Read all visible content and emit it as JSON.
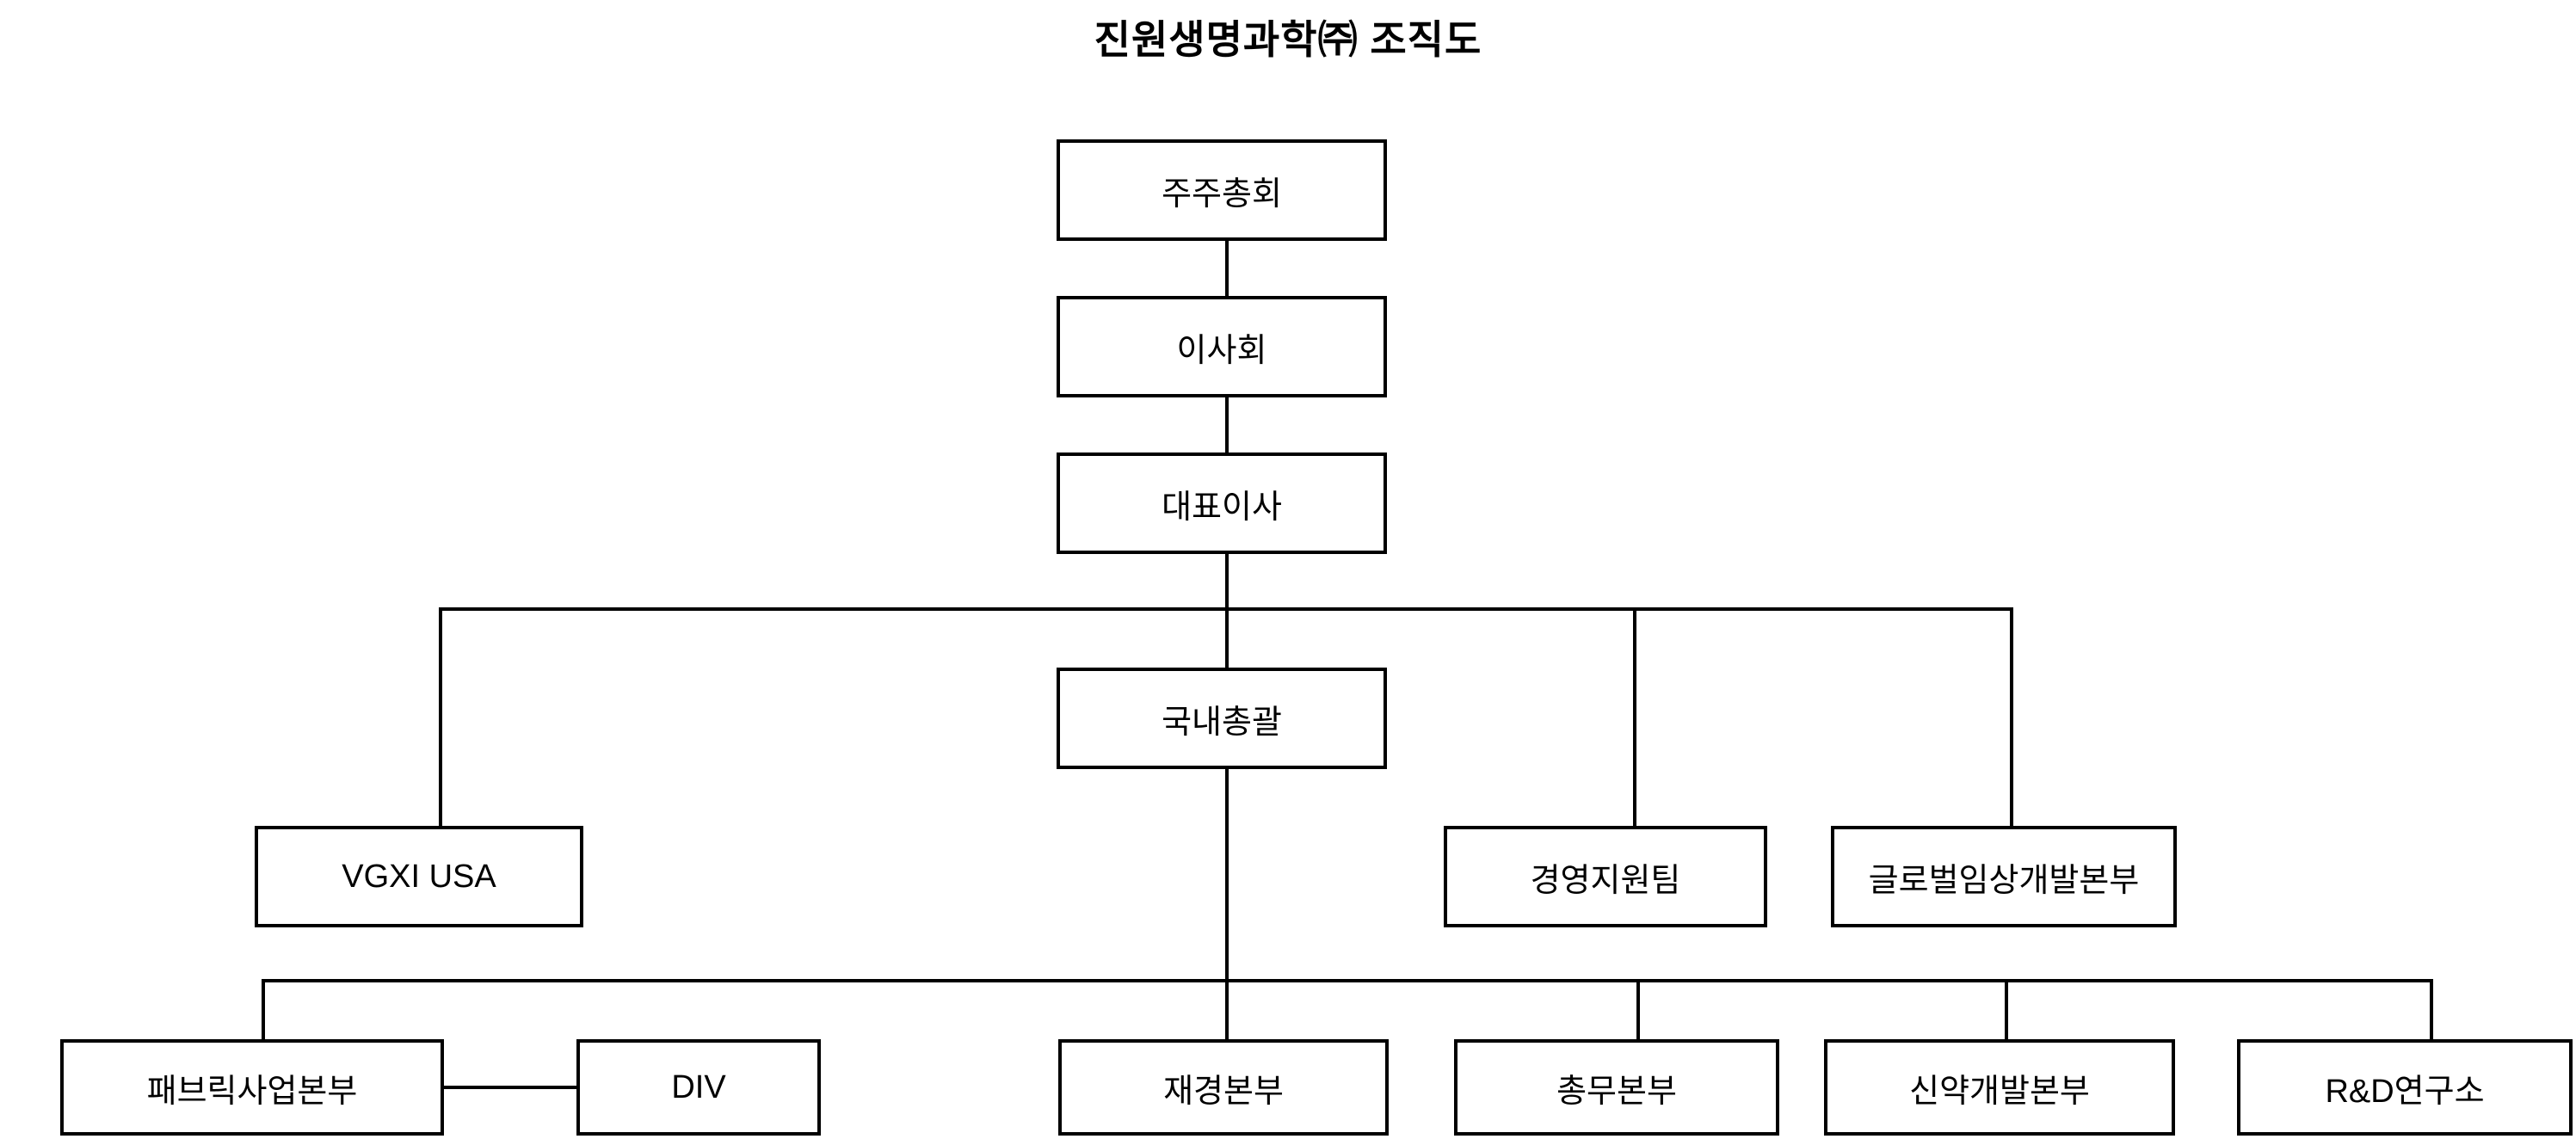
{
  "title": "진원생명과학㈜ 조직도",
  "colors": {
    "background": "#ffffff",
    "line": "#000000",
    "box_border": "#000000",
    "text": "#000000"
  },
  "nodes": {
    "shareholders": {
      "label": "주주총회"
    },
    "board": {
      "label": "이사회"
    },
    "ceo": {
      "label": "대표이사"
    },
    "domestic": {
      "label": "국내총괄"
    },
    "vgxi_usa": {
      "label": "VGXI USA"
    },
    "mgmt_support": {
      "label": "경영지원팀"
    },
    "global_clinical": {
      "label": "글로벌임상개발본부"
    },
    "fabric_business": {
      "label": "패브릭사업본부"
    },
    "div_unit": {
      "label": "DIV"
    },
    "finance": {
      "label": "재경본부"
    },
    "general_affairs": {
      "label": "총무본부"
    },
    "drug_development": {
      "label": "신약개발본부"
    },
    "rnd_institute": {
      "label": "R&D연구소"
    }
  },
  "hierarchy": {
    "edges": [
      {
        "from": "주주총회",
        "to": "이사회"
      },
      {
        "from": "이사회",
        "to": "대표이사"
      },
      {
        "from": "대표이사",
        "to": "국내총괄"
      },
      {
        "from": "대표이사",
        "to": "VGXI USA"
      },
      {
        "from": "대표이사",
        "to": "경영지원팀"
      },
      {
        "from": "대표이사",
        "to": "글로벌임상개발본부"
      },
      {
        "from": "국내총괄",
        "to": "패브릭사업본부"
      },
      {
        "from": "국내총괄",
        "to": "재경본부"
      },
      {
        "from": "국내총괄",
        "to": "총무본부"
      },
      {
        "from": "국내총괄",
        "to": "신약개발본부"
      },
      {
        "from": "국내총괄",
        "to": "R&D연구소"
      },
      {
        "from": "패브릭사업본부",
        "to": "DIV",
        "type": "lateral"
      }
    ]
  }
}
